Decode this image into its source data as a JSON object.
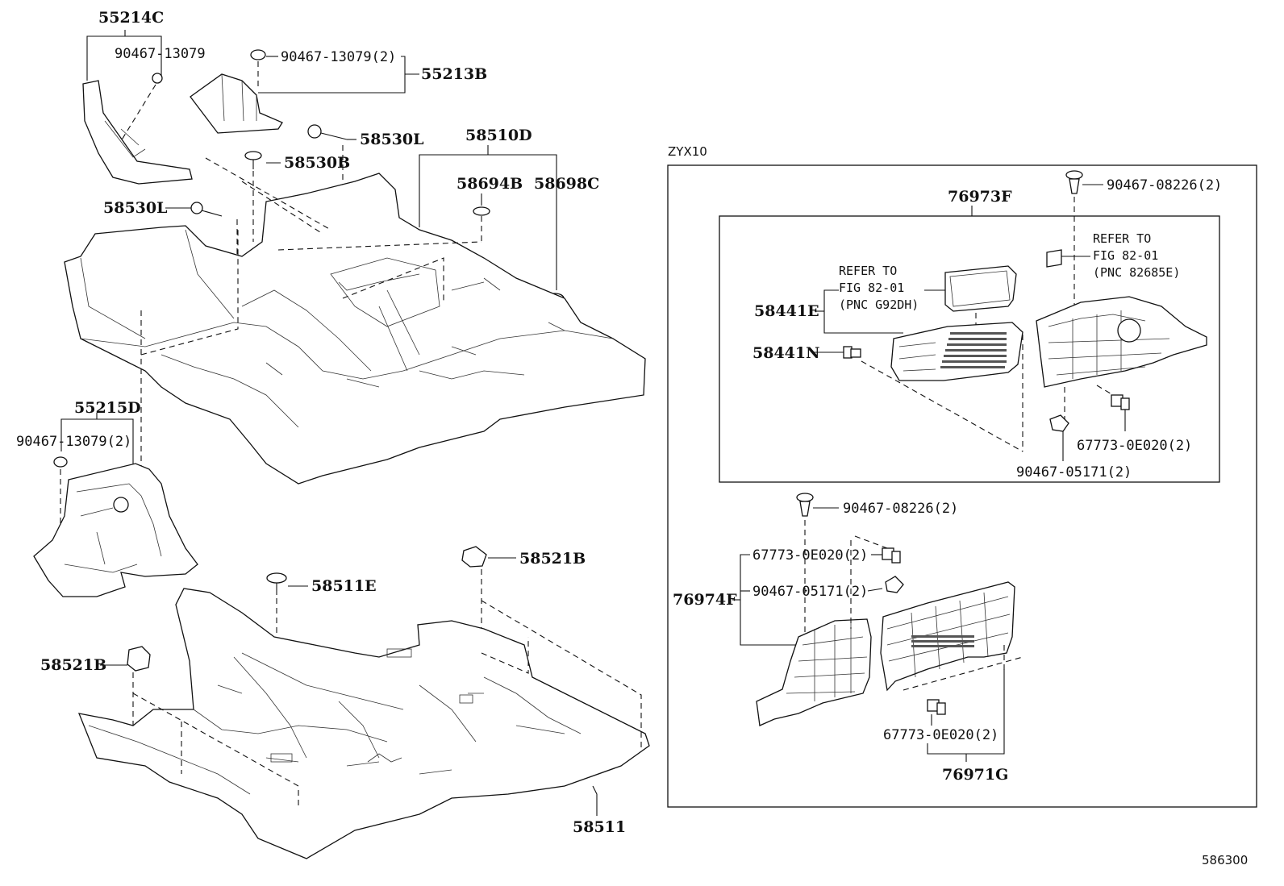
{
  "labels": {
    "p55214C": "55214C",
    "p90467_13079_a": "90467-13079",
    "p90467_13079_2a": "90467-13079(2)",
    "p55213B": "55213B",
    "p58530L_a": "58530L",
    "p58530B": "58530B",
    "p58510D": "58510D",
    "p58694B": "58694B",
    "p58698C": "58698C",
    "p58530L_b": "58530L",
    "p55215D": "55215D",
    "p90467_13079_2b": "90467-13079(2)",
    "p58521B_a": "58521B",
    "p58511E": "58511E",
    "p58521B_b": "58521B",
    "p58511": "58511",
    "zyx10": "ZYX10",
    "p76973F": "76973F",
    "p90467_08226_a": "90467-08226(2)",
    "refer1_l1": "REFER TO",
    "refer1_l2": "FIG 82-01",
    "refer1_l3": "(PNC G92DH)",
    "refer2_l1": "REFER TO",
    "refer2_l2": "FIG 82-01",
    "refer2_l3": "(PNC 82685E)",
    "p58441E": "58441E",
    "p58441N": "58441N",
    "p67773_a": "67773-0E020(2)",
    "p90467_05171_a": "90467-05171(2)",
    "p90467_08226_b": "90467-08226(2)",
    "p67773_b": "67773-0E020(2)",
    "p90467_05171_b": "90467-05171(2)",
    "p76974F": "76974F",
    "p67773_c": "67773-0E020(2)",
    "p76971G": "76971G",
    "figure_no": "586300"
  }
}
